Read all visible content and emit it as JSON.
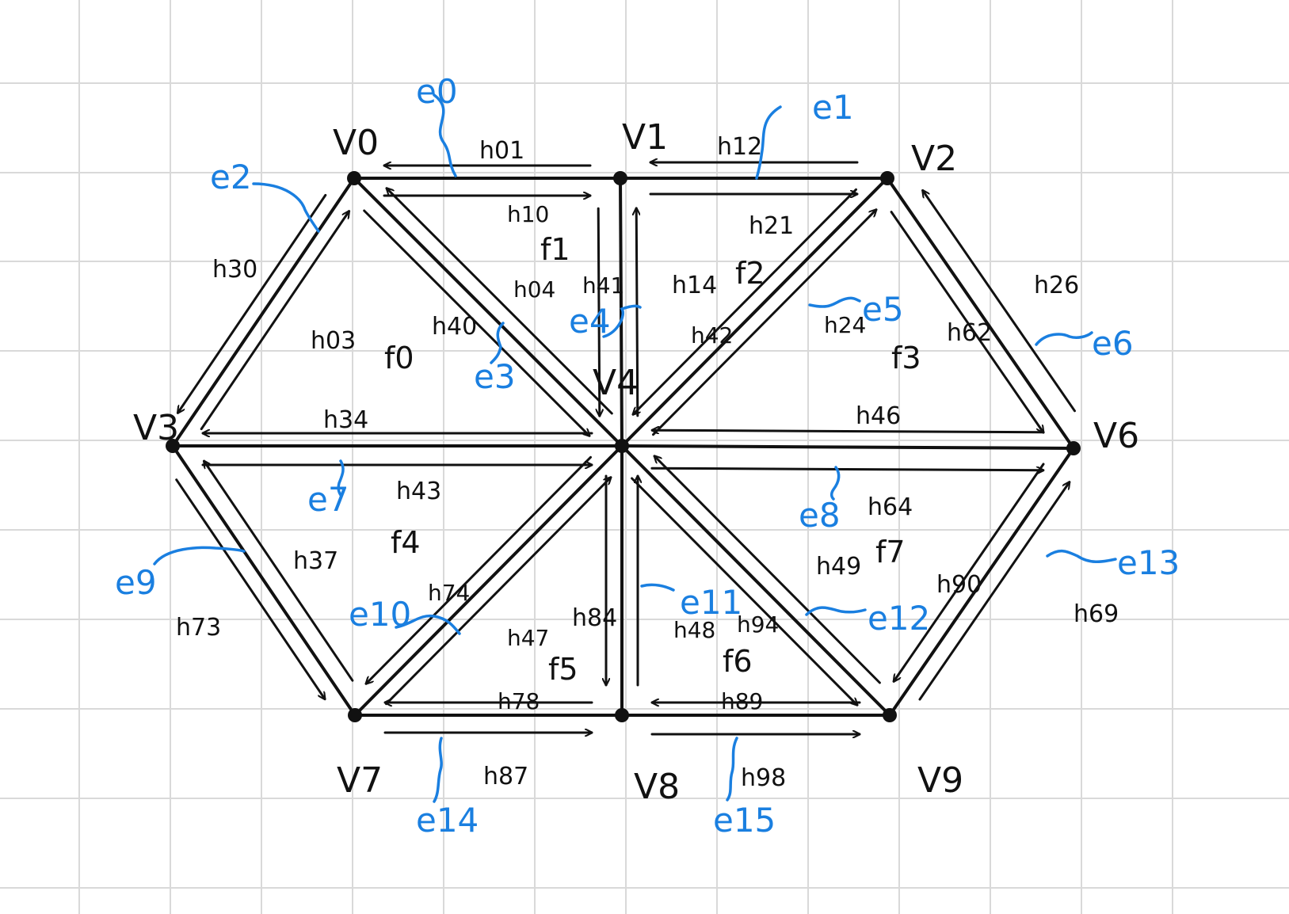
{
  "colors": {
    "background": "#ffffff",
    "grid": "#d9d9d9",
    "ink": "#111111",
    "edge_label": "#1a7fe0"
  },
  "vertices": [
    "V0",
    "V1",
    "V2",
    "V3",
    "V4",
    "V6",
    "V7",
    "V8",
    "V9"
  ],
  "faces": [
    "f0",
    "f1",
    "f2",
    "f3",
    "f4",
    "f5",
    "f6",
    "f7"
  ],
  "edges": [
    "e0",
    "e1",
    "e2",
    "e3",
    "e4",
    "e5",
    "e6",
    "e7",
    "e8",
    "e9",
    "e10",
    "e11",
    "e12",
    "e13",
    "e14",
    "e15"
  ],
  "halfedges": [
    "h01",
    "h10",
    "h12",
    "h21",
    "h30",
    "h03",
    "h04",
    "h40",
    "h41",
    "h14",
    "h42",
    "h24",
    "h26",
    "h62",
    "h34",
    "h43",
    "h46",
    "h64",
    "h37",
    "h73",
    "h74",
    "h47",
    "h84",
    "h48",
    "h94",
    "h49",
    "h90",
    "h69",
    "h78",
    "h87",
    "h89",
    "h98"
  ]
}
